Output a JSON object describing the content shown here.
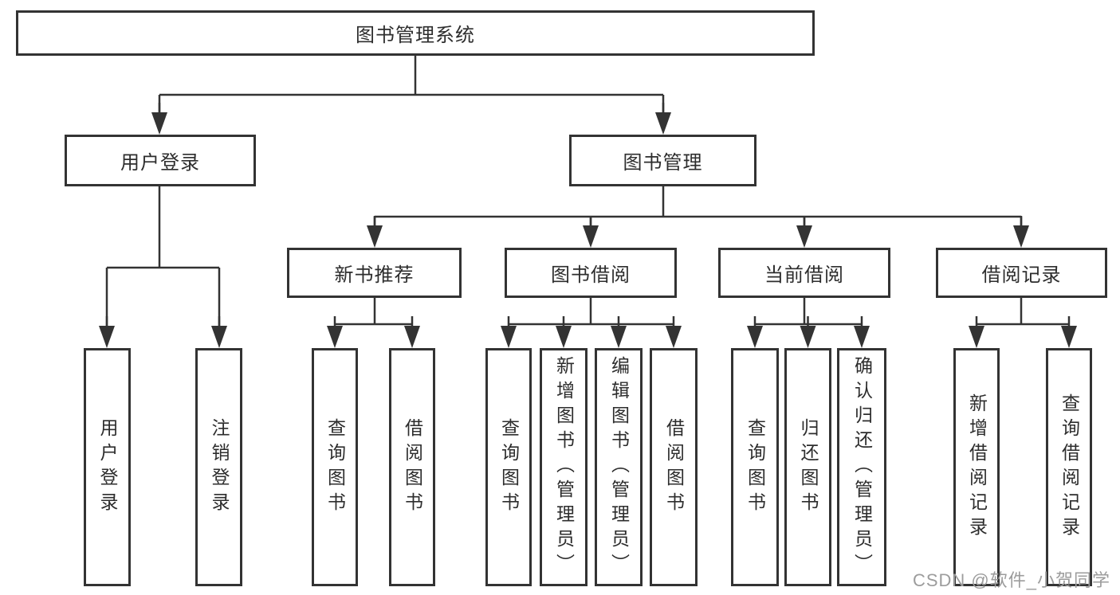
{
  "diagram": {
    "root": "图书管理系统",
    "level2": [
      "用户登录",
      "图书管理"
    ],
    "level3": [
      "新书推荐",
      "图书借阅",
      "当前借阅",
      "借阅记录"
    ],
    "leaves": [
      "用户登录",
      "注销登录",
      "查询图书",
      "借阅图书",
      "查询图书",
      "新增图书（管理员）",
      "编辑图书（管理员）",
      "借阅图书",
      "查询图书",
      "归还图书",
      "确认归还（管理员）",
      "新增借阅记录",
      "查询借阅记录"
    ],
    "watermark": "CSDN @软件_小贺同学",
    "colors": {
      "line": "#333333",
      "text": "#2d2d2d",
      "background": "#ffffff",
      "watermark": "#9c9c9c"
    }
  }
}
